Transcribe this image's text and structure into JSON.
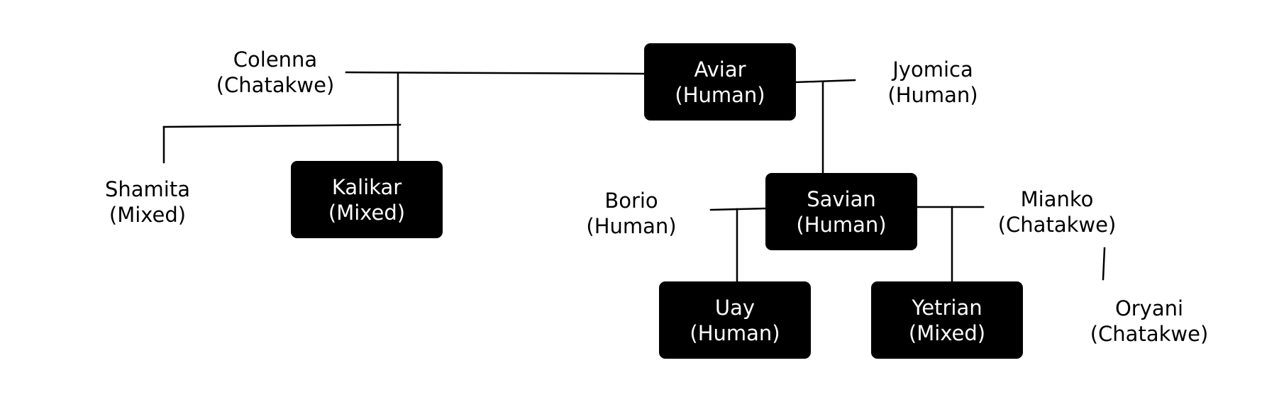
{
  "theme": {
    "filled_bg": "#000000",
    "filled_text": "#ffffff",
    "plain_text": "#000000",
    "line": "#000000"
  },
  "people": {
    "colenna": {
      "name": "Colenna",
      "group": "(Chatakwe)",
      "style": "plain"
    },
    "aviar": {
      "name": "Aviar",
      "group": "(Human)",
      "style": "filled"
    },
    "jyomica": {
      "name": "Jyomica",
      "group": "(Human)",
      "style": "plain"
    },
    "shamita": {
      "name": "Shamita",
      "group": "(Mixed)",
      "style": "plain"
    },
    "kalikar": {
      "name": "Kalikar",
      "group": "(Mixed)",
      "style": "filled"
    },
    "borio": {
      "name": "Borio",
      "group": "(Human)",
      "style": "plain"
    },
    "savian": {
      "name": "Savian",
      "group": "(Human)",
      "style": "filled"
    },
    "mianko": {
      "name": "Mianko",
      "group": "(Chatakwe)",
      "style": "plain"
    },
    "uay": {
      "name": "Uay",
      "group": "(Human)",
      "style": "filled"
    },
    "yetrian": {
      "name": "Yetrian",
      "group": "(Mixed)",
      "style": "filled"
    },
    "oryani": {
      "name": "Oryani",
      "group": "(Chatakwe)",
      "style": "plain"
    }
  },
  "relations": [
    {
      "type": "partner",
      "a": "colenna",
      "b": "aviar"
    },
    {
      "type": "partner",
      "a": "aviar",
      "b": "jyomica"
    },
    {
      "type": "parent",
      "parents": [
        "colenna",
        "aviar"
      ],
      "child": "kalikar"
    },
    {
      "type": "parent",
      "parents": [
        "colenna",
        "aviar"
      ],
      "child": "shamita"
    },
    {
      "type": "parent",
      "parents": [
        "aviar",
        "jyomica"
      ],
      "child": "savian"
    },
    {
      "type": "partner",
      "a": "borio",
      "b": "savian"
    },
    {
      "type": "partner",
      "a": "savian",
      "b": "mianko"
    },
    {
      "type": "parent",
      "parents": [
        "borio",
        "savian"
      ],
      "child": "uay"
    },
    {
      "type": "parent",
      "parents": [
        "savian",
        "mianko"
      ],
      "child": "yetrian"
    },
    {
      "type": "parent",
      "parents": [
        "mianko"
      ],
      "child": "oryani"
    }
  ]
}
